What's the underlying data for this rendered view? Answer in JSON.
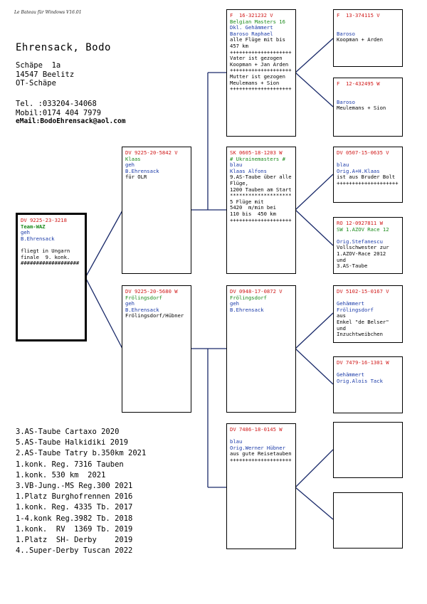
{
  "app": {
    "title": "Le Bateau für Windows V16.01"
  },
  "owner": {
    "name": "Ehrensack, Bodo",
    "address": [
      "Schäpe  1a",
      "14547 Beelitz",
      "OT-Schäpe"
    ],
    "phone": "Tel. :033204-34068",
    "mobile": "Mobil:0174 404 7979",
    "email": "eMail:BodoEhrensack@aol.com"
  },
  "pigeons": {
    "main": {
      "ring": "DV 9225-23-3218",
      "name": "Team-WAZ",
      "color": "geh",
      "breeder": "B.Ehrensack",
      "notes": [
        "fliegt in Ungarn",
        "finale  9. konk.",
        "###################"
      ]
    },
    "father": {
      "ring": "DV 9225-20-5842 V",
      "name": "Klaas",
      "color": "geh",
      "breeder": "B.Ehrensack",
      "notes": [
        "",
        "für OLR"
      ]
    },
    "mother": {
      "ring": "DV 9225-20-5680 W",
      "name": "Frölingsdorf",
      "color": "geh",
      "breeder": "B.Ehrensack",
      "notes": [
        "",
        "Frölingsdorf/Hübner"
      ]
    },
    "ff": {
      "ring": "F  16-321232 V",
      "name": "Belgian Masters 16",
      "color": "Dkl. Gehämmert",
      "breeder": "Baroso Raphael",
      "notes": [
        "alle Flüge mit bis",
        "457 km",
        "++++++++++++++++++++",
        "Vater ist gezogen",
        "Koopman + Jan Arden",
        "++++++++++++++++++++",
        "Mutter ist gezogen",
        "Meulemans + Sion",
        "++++++++++++++++++++"
      ]
    },
    "fm": {
      "ring": "SK 0605-18-1203 W",
      "name": "# Ukrainemasters #",
      "color": "blau",
      "breeder": "Klaas Alfons",
      "notes": [
        "9.AS-Taube über alle",
        "Flüge,",
        "1200 Tauben am Start",
        "********************",
        "5 Flüge mit",
        "5420  m/min bei",
        "110 bis  450 km",
        "++++++++++++++++++++"
      ]
    },
    "mf": {
      "ring": "DV 0948-17-0872 V",
      "name": "Frölingsdorf",
      "color": "geh",
      "breeder": "B.Ehrensack",
      "notes": []
    },
    "mm": {
      "ring": "DV 7486-18-0145 W",
      "name": "",
      "color": "blau",
      "breeder": "Orig.Werner Hübner",
      "notes": [
        "aus gute Reisetauben",
        "++++++++++++++++++++"
      ]
    },
    "fff": {
      "ring": "F  13-374115 V",
      "name": "",
      "color": "",
      "breeder": "Baroso",
      "notes": [
        "Koopman + Arden"
      ]
    },
    "ffm": {
      "ring": "F  12-432495 W",
      "name": "",
      "color": "",
      "breeder": "Baroso",
      "notes": [
        "Meulemans + Sion"
      ]
    },
    "fmf": {
      "ring": "DV 0507-15-0635 V",
      "name": "",
      "color": "blau",
      "breeder": "Orig.A+H.Klaas",
      "notes": [
        "ist aus Bruder Bolt",
        "++++++++++++++++++++"
      ]
    },
    "fmm": {
      "ring": "RO 12-0927811 W",
      "name": "SW 1.AZOV Race 12",
      "color": "",
      "breeder": "Orig.Stefanescu",
      "notes": [
        "Vollschwester zur",
        "1.AZOV-Race 2012",
        "und",
        "3.AS-Taube"
      ]
    },
    "mff": {
      "ring": "DV 5102-15-0167 V",
      "name": "",
      "color": "Gehämmert",
      "breeder": "Frölingsdorf",
      "notes": [
        "aus",
        "Enkel \"de Belser\"",
        "und",
        "Inzuchtweibchen"
      ]
    },
    "mfm": {
      "ring": "DV 7479-16-1301 W",
      "name": "",
      "color": "Gehämmert",
      "breeder": "Orig.Alois Tack",
      "notes": []
    }
  },
  "results": [
    "3.AS-Taube Cartaxo 2020",
    "5.AS-Taube Halkidiki 2019",
    "2.AS-Taube Tatry b.350km 2021",
    "1.konk. Reg. 7316 Tauben",
    "1.konk. 530 km  2021",
    "3.VB-Jung.-MS Reg.300 2021",
    "1.Platz Burghofrennen 2016",
    "1.konk. Reg. 4335 Tb. 2017",
    "1-4.konk Reg.3982 Tb. 2018",
    "1.konk.  RV  1369 Tb. 2019",
    "1.Platz  SH- Derby    2019",
    "4..Super-Derby Tuscan 2022"
  ]
}
